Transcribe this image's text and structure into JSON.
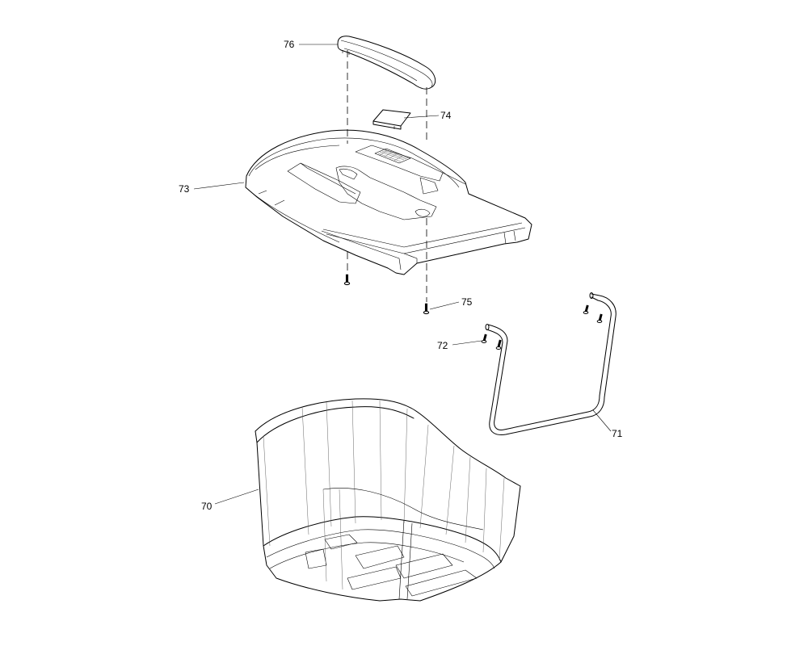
{
  "parts": [
    {
      "id": "p76",
      "label": "76",
      "part": "armrest-pad"
    },
    {
      "id": "p74",
      "label": "74",
      "part": "clip"
    },
    {
      "id": "p73",
      "label": "73",
      "part": "seat-cover"
    },
    {
      "id": "p75",
      "label": "75",
      "part": "screw"
    },
    {
      "id": "p72",
      "label": "72",
      "part": "screw"
    },
    {
      "id": "p71",
      "label": "71",
      "part": "seat-frame"
    },
    {
      "id": "p70",
      "label": "70",
      "part": "seat-shell"
    }
  ]
}
